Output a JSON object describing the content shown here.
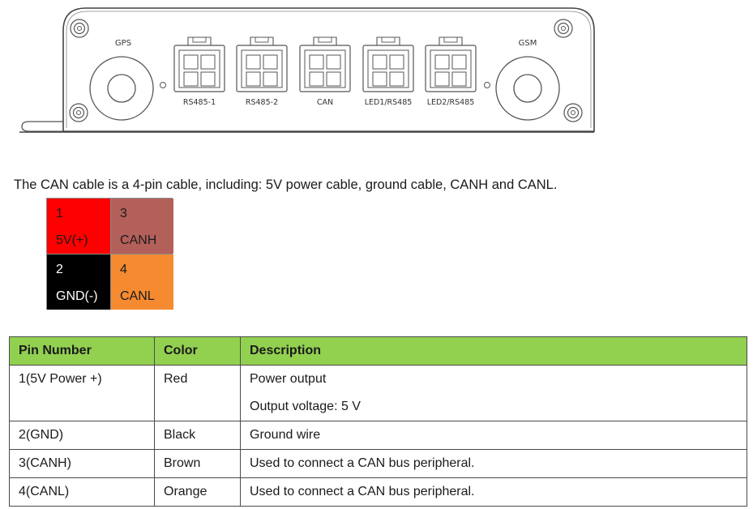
{
  "device": {
    "gps_label": "GPS",
    "gsm_label": "GSM",
    "ports": [
      "RS485-1",
      "RS485-2",
      "CAN",
      "LED1/RS485",
      "LED2/RS485"
    ]
  },
  "intro_text": "The CAN cable is a 4-pin cable, including: 5V power cable, ground cable, CANH and CANL.",
  "pins": [
    {
      "number": "1",
      "label": "5V(+)",
      "color": "#fe0000"
    },
    {
      "number": "3",
      "label": "CANH",
      "color": "#b4605a"
    },
    {
      "number": "2",
      "label": "GND(-)",
      "color": "#000000"
    },
    {
      "number": "4",
      "label": "CANL",
      "color": "#f58a30"
    }
  ],
  "table": {
    "header_color": "#92d050",
    "headers": [
      "Pin Number",
      "Color",
      "Description"
    ],
    "rows": [
      {
        "pin": "1(5V Power +)",
        "color": "Red",
        "description": [
          "Power output",
          "Output voltage: 5 V"
        ]
      },
      {
        "pin": "2(GND)",
        "color": "Black",
        "description": [
          "Ground wire"
        ]
      },
      {
        "pin": "3(CANH)",
        "color": "Brown",
        "description": [
          "Used to connect a CAN bus peripheral."
        ]
      },
      {
        "pin": "4(CANL)",
        "color": "Orange",
        "description": [
          "Used to connect a CAN bus peripheral."
        ]
      }
    ]
  }
}
